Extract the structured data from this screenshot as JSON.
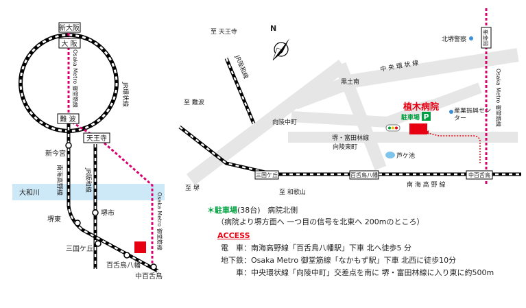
{
  "left_map": {
    "stations": {
      "shin_osaka": "新大阪",
      "osaka": "大 阪",
      "namba": "難 波",
      "tennoji": "天王寺",
      "shin_imamiya": "新今宮",
      "sakai_higashi": "堺東",
      "mikunigaoka": "三国ケ丘",
      "sakaishi": "堺市",
      "mozu_hachiman": "百舌鳥八幡",
      "nakamozu": "中百舌鳥"
    },
    "lines": {
      "loop": "JR環状線",
      "hanwa": "JR阪和線",
      "nankai": "南海高野線",
      "midosuji_top": "Osaka Metro 御堂筋線",
      "midosuji_side": "Osaka Metro 御堂筋線"
    },
    "river": "大和川"
  },
  "right_map": {
    "hospital": "植木病院",
    "parking": "駐車場",
    "parking_icon": "P",
    "labels": {
      "to_tennoji": "至 天王寺",
      "jr_hanwa": "JR阪和線",
      "to_nanba": "至 難波",
      "to_sakai": "至 堺",
      "to_wakayama": "至 和歌山",
      "kitasakai_police": "北堺警察",
      "chuo_kanjo": "中 央 環 状 線",
      "kurodo": "黒土南",
      "mukairyo_naka": "向陵中町",
      "mukairyo_higashi": "向陵東町",
      "sakai_tomita": "堺・富田林線",
      "industry_center": "産業振興センター",
      "ashigaike": "芦ケ池",
      "nankai_koya": "南 海 高 野 線",
      "midosuji": "Osaka Metro 御堂筋線"
    },
    "stations": {
      "shin_kanaoka": "新金岡",
      "mikunigaoka": "三国ケ丘",
      "mozu_hachiman": "百舌鳥八幡",
      "nakamozu": "中百舌鳥"
    },
    "compass": "N"
  },
  "info": {
    "parking_star": "＊",
    "parking_label": "駐車場",
    "parking_count": "(38台)",
    "parking_location": "病院北側",
    "parking_directions": "（病院より堺方面へ 一つ目の信号を北東へ 200mのところ）",
    "access_title": "ACCESS",
    "rows": [
      {
        "label": "電　車",
        "text": "：南海高野線「百舌鳥八幡駅」下車 北へ徒歩5 分"
      },
      {
        "label": "地下鉄",
        "text": "：Osaka Metro 御堂筋線「なかもず駅」下車 北西に徒歩10分"
      },
      {
        "label": "車",
        "text": "：中央環状線「向陵中町」交差点を南に 堺・富田林線に入り東に約500m"
      }
    ]
  },
  "colors": {
    "metro": "#d6006f",
    "hospital": "#e60012",
    "parking": "#00a040",
    "river": "#cde8f6",
    "road": "#e6e6e6",
    "jr": "#000000"
  }
}
